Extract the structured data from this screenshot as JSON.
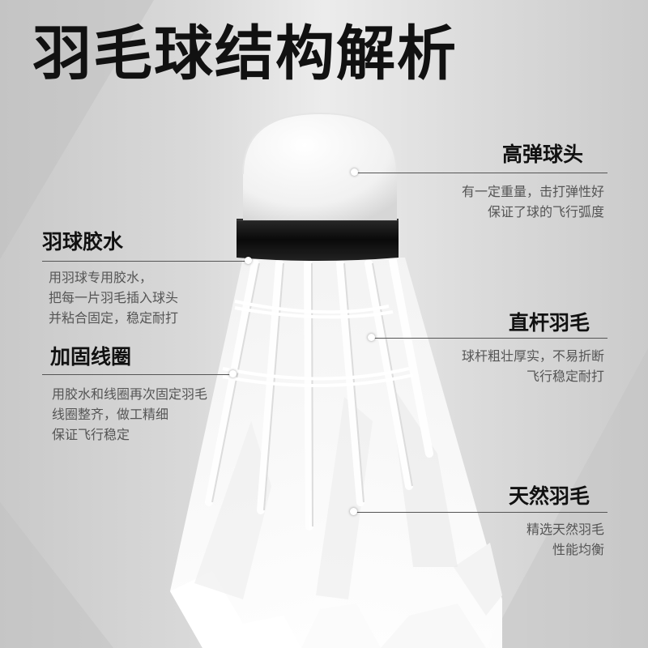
{
  "title": "羽毛球结构解析",
  "annotations": {
    "head": {
      "label": "高弹球头",
      "desc": [
        "有一定重量，击打弹性好",
        "保证了球的飞行弧度"
      ]
    },
    "glue": {
      "label": "羽球胶水",
      "desc": [
        "用羽球专用胶水，",
        "把每一片羽毛插入球头",
        "并粘合固定，稳定耐打"
      ]
    },
    "shaft": {
      "label": "直杆羽毛",
      "desc": [
        "球杆粗壮厚实，不易折断",
        "飞行稳定耐打"
      ]
    },
    "thread": {
      "label": "加固线圈",
      "desc": [
        "用胶水和线圈再次固定羽毛",
        "线圈整齐，做工精细",
        "保证飞行稳定"
      ]
    },
    "feather": {
      "label": "天然羽毛",
      "desc": [
        "精选天然羽毛",
        "性能均衡"
      ]
    }
  }
}
